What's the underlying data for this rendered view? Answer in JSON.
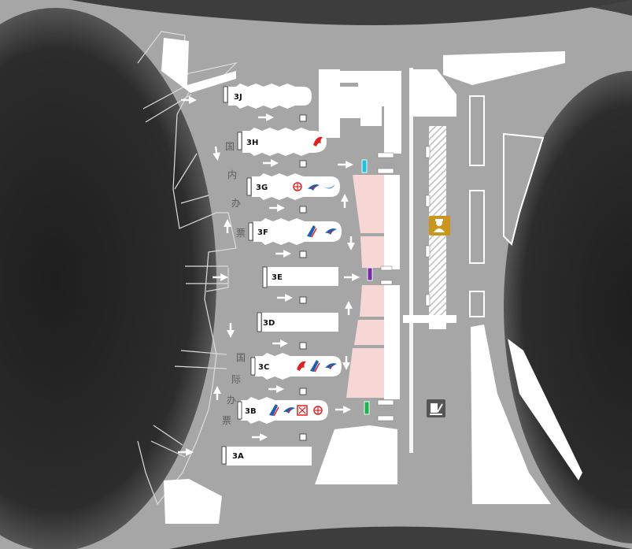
{
  "counters": {
    "c3J": "3J",
    "c3H": "3H",
    "c3G": "3G",
    "c3F": "3F",
    "c3E": "3E",
    "c3D": "3D",
    "c3C": "3C",
    "c3B": "3B",
    "c3A": "3A"
  },
  "domestic_label": [
    "国",
    "内",
    "办",
    "票"
  ],
  "international_label": [
    "国",
    "际",
    "办",
    "票"
  ],
  "colors": {
    "background": "#3a3a3a",
    "floor": "#a6a6a6",
    "structure": "#ffffff",
    "zone": "#f7d6d6",
    "gate_cyan": "#20c0e0",
    "gate_purple": "#7a2aa8",
    "gate_green": "#20b050",
    "police_icon": "#c9961e",
    "customs_icon": "#555555",
    "airline_red": "#e02020",
    "airline_blue": "#1f5fb0"
  },
  "icons": {
    "police": "police-officer-icon",
    "customs": "customs-declaration-icon",
    "air_china": "air-china-phoenix-icon",
    "china_eastern": "china-eastern-swallow-icon",
    "china_southern": "china-southern-kapok-icon",
    "hainan": "hainan-airlines-icon",
    "xiamen": "xiamen-airlines-icon",
    "red_cross_box": "red-square-emblem-icon"
  }
}
